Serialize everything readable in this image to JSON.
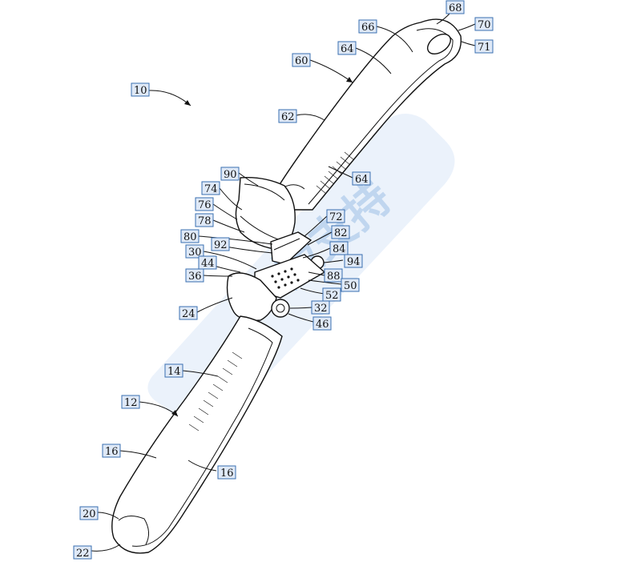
{
  "figure": {
    "reference_numerals": [
      "10",
      "12",
      "14",
      "16",
      "16",
      "20",
      "22",
      "24",
      "30",
      "32",
      "36",
      "44",
      "46",
      "50",
      "52",
      "60",
      "62",
      "64",
      "64",
      "66",
      "68",
      "70",
      "71",
      "72",
      "74",
      "76",
      "78",
      "80",
      "82",
      "84",
      "88",
      "90",
      "92",
      "94"
    ]
  },
  "labels": [
    {
      "key": "n10",
      "text": "10"
    },
    {
      "key": "n60",
      "text": "60"
    },
    {
      "key": "n64a",
      "text": "64"
    },
    {
      "key": "n66",
      "text": "66"
    },
    {
      "key": "n68",
      "text": "68"
    },
    {
      "key": "n70",
      "text": "70"
    },
    {
      "key": "n71",
      "text": "71"
    },
    {
      "key": "n62",
      "text": "62"
    },
    {
      "key": "n64b",
      "text": "64"
    },
    {
      "key": "n90",
      "text": "90"
    },
    {
      "key": "n74",
      "text": "74"
    },
    {
      "key": "n76",
      "text": "76"
    },
    {
      "key": "n78",
      "text": "78"
    },
    {
      "key": "n72",
      "text": "72"
    },
    {
      "key": "n82",
      "text": "82"
    },
    {
      "key": "n80",
      "text": "80"
    },
    {
      "key": "n92",
      "text": "92"
    },
    {
      "key": "n84",
      "text": "84"
    },
    {
      "key": "n30",
      "text": "30"
    },
    {
      "key": "n94",
      "text": "94"
    },
    {
      "key": "n44",
      "text": "44"
    },
    {
      "key": "n36",
      "text": "36"
    },
    {
      "key": "n88",
      "text": "88"
    },
    {
      "key": "n50",
      "text": "50"
    },
    {
      "key": "n52",
      "text": "52"
    },
    {
      "key": "n24",
      "text": "24"
    },
    {
      "key": "n32",
      "text": "32"
    },
    {
      "key": "n46",
      "text": "46"
    },
    {
      "key": "n14",
      "text": "14"
    },
    {
      "key": "n12",
      "text": "12"
    },
    {
      "key": "n16a",
      "text": "16"
    },
    {
      "key": "n16b",
      "text": "16"
    },
    {
      "key": "n20",
      "text": "20"
    },
    {
      "key": "n22",
      "text": "22"
    }
  ],
  "watermark": {
    "text": "版支持",
    "color": "#9ec0e6"
  }
}
